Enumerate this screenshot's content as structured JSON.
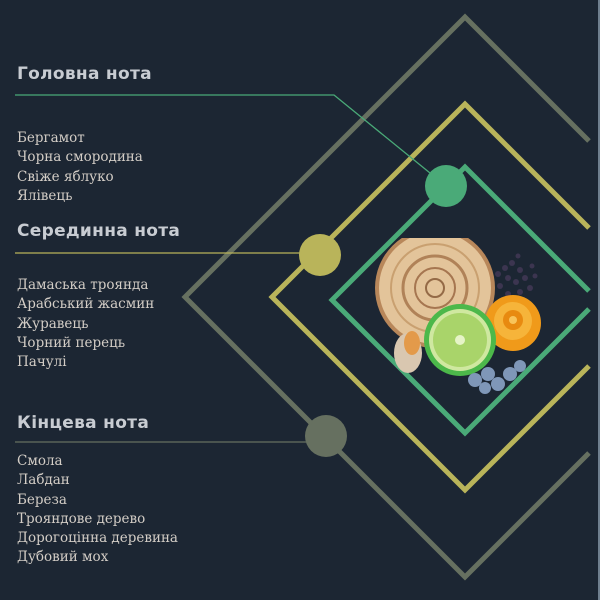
{
  "colors": {
    "background": "#1c2633",
    "top_note": "#4aaa78",
    "middle_note": "#b9b45a",
    "base_note": "#667060",
    "title_text": "#c8ccd2",
    "list_text": "#d3cdc6"
  },
  "top_note": {
    "title": "Головна нота",
    "items": [
      "Бергамот",
      "Чорна смородина",
      "Свіже яблуко",
      "Ялівець"
    ]
  },
  "middle_note": {
    "title": "Серединна нота",
    "items": [
      "Дамаська троянда",
      "Арабський жасмин",
      "Журавець",
      "Чорний перець",
      "Пачулі"
    ]
  },
  "base_note": {
    "title": "Кінцева нота",
    "items": [
      "Смола",
      "Лабдан",
      "Береза",
      "Трояндове дерево",
      "Дорогоцінна деревина",
      "Дубовий мох"
    ]
  },
  "illustration": {
    "icons": [
      "wood-slice-icon",
      "black-pepper-icon",
      "rose-icon",
      "bergamot-icon",
      "juniper-berries-icon",
      "birch-bark-icon"
    ]
  }
}
